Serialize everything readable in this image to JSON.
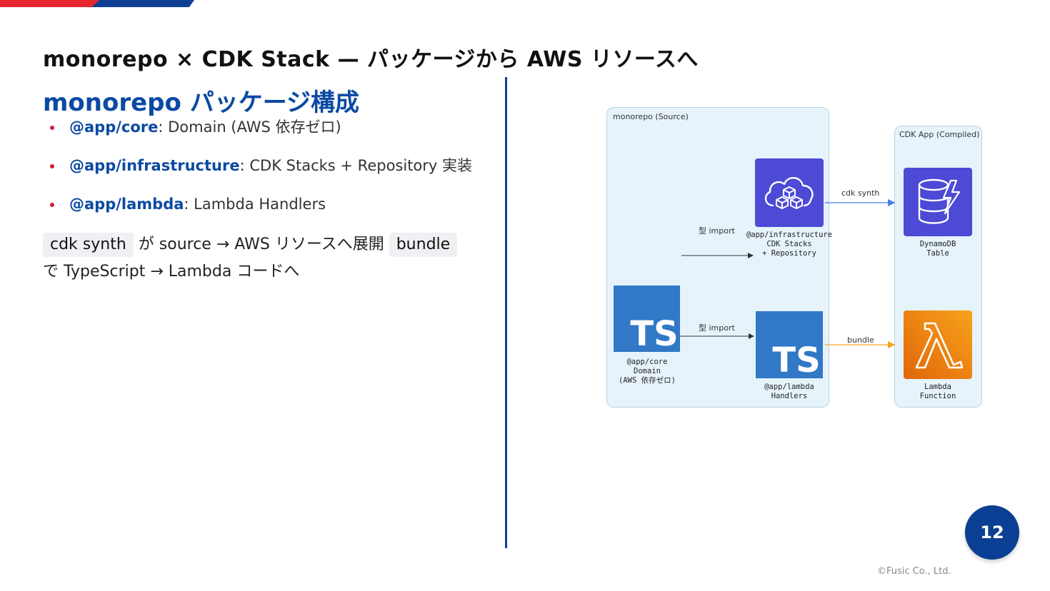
{
  "slide": {
    "title": "monorepo × CDK Stack — パッケージから AWS リソースへ",
    "heading": "monorepo パッケージ構成",
    "bullets": [
      {
        "pkg": "@app/core",
        "desc": ": Domain (AWS 依存ゼロ)"
      },
      {
        "pkg": "@app/infrastructure",
        "desc": ": CDK Stacks + Repository 実装"
      },
      {
        "pkg": "@app/lambda",
        "desc": ": Lambda Handlers"
      }
    ],
    "paragraph": {
      "code1": "cdk synth",
      "text1": " が source → AWS リソースへ展開 ",
      "code2": "bundle",
      "text2": "で TypeScript → Lambda コードへ"
    },
    "page_number": "12",
    "copyright": "©Fusic Co., Ltd."
  },
  "diagram": {
    "clusters": {
      "source": "monorepo (Source)",
      "compiled": "CDK App (Compiled)"
    },
    "nodes": {
      "infrastructure": [
        "@app/infrastructure",
        "CDK Stacks",
        "+ Repository"
      ],
      "core": [
        "@app/core",
        "Domain",
        "(AWS 依存ゼロ)"
      ],
      "lambda_pkg": [
        "@app/lambda",
        "Handlers"
      ],
      "dynamodb": [
        "DynamoDB",
        "Table"
      ],
      "lambda_fn": [
        "Lambda",
        "Function"
      ]
    },
    "ts_icon_text": "TS",
    "edges": {
      "import_top": "型 import",
      "import_bottom": "型 import",
      "cdk_synth": "cdk synth",
      "bundle": "bundle"
    },
    "colors": {
      "accent_blue": "#0b4aa2",
      "bullet_red": "#d81b3b",
      "typescript": "#3178c6",
      "aws_purple": "#4d4ad6",
      "lambda_orange": "#f58a07",
      "edge_blue": "#4a7ee8",
      "edge_orange": "#f5a623"
    }
  }
}
